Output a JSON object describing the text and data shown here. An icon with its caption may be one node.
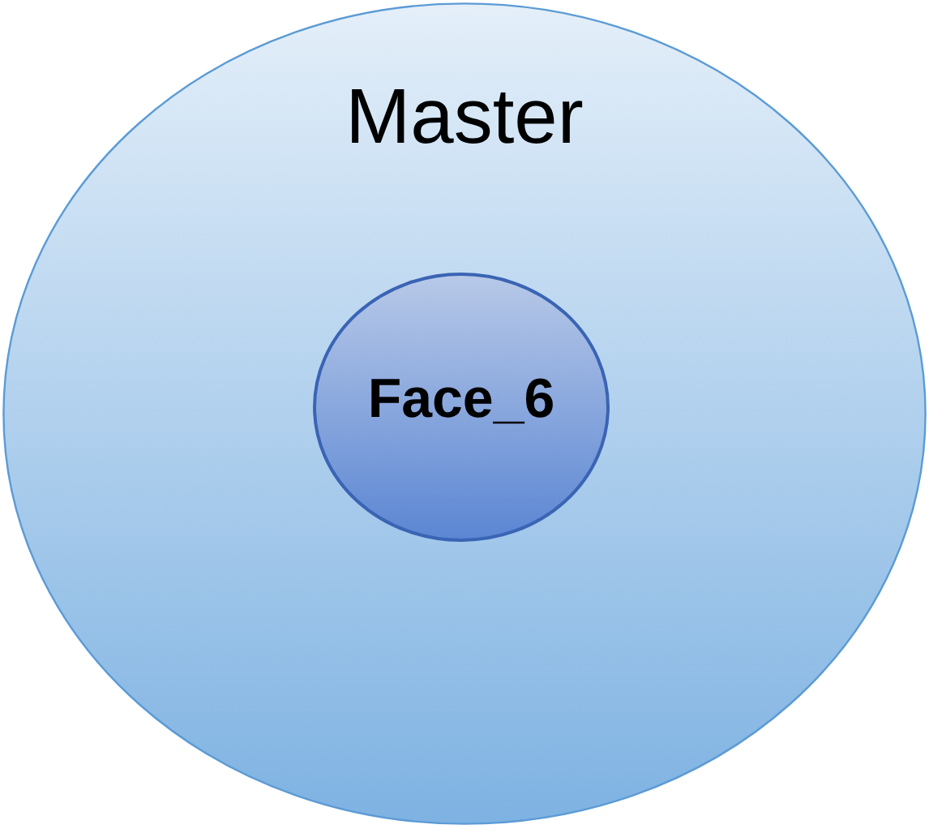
{
  "diagram": {
    "nodes": [
      {
        "text": [
          "Master"
        ]
      },
      {
        "text": [
          "Face_6"
        ],
        "in": 0
      }
    ]
  }
}
